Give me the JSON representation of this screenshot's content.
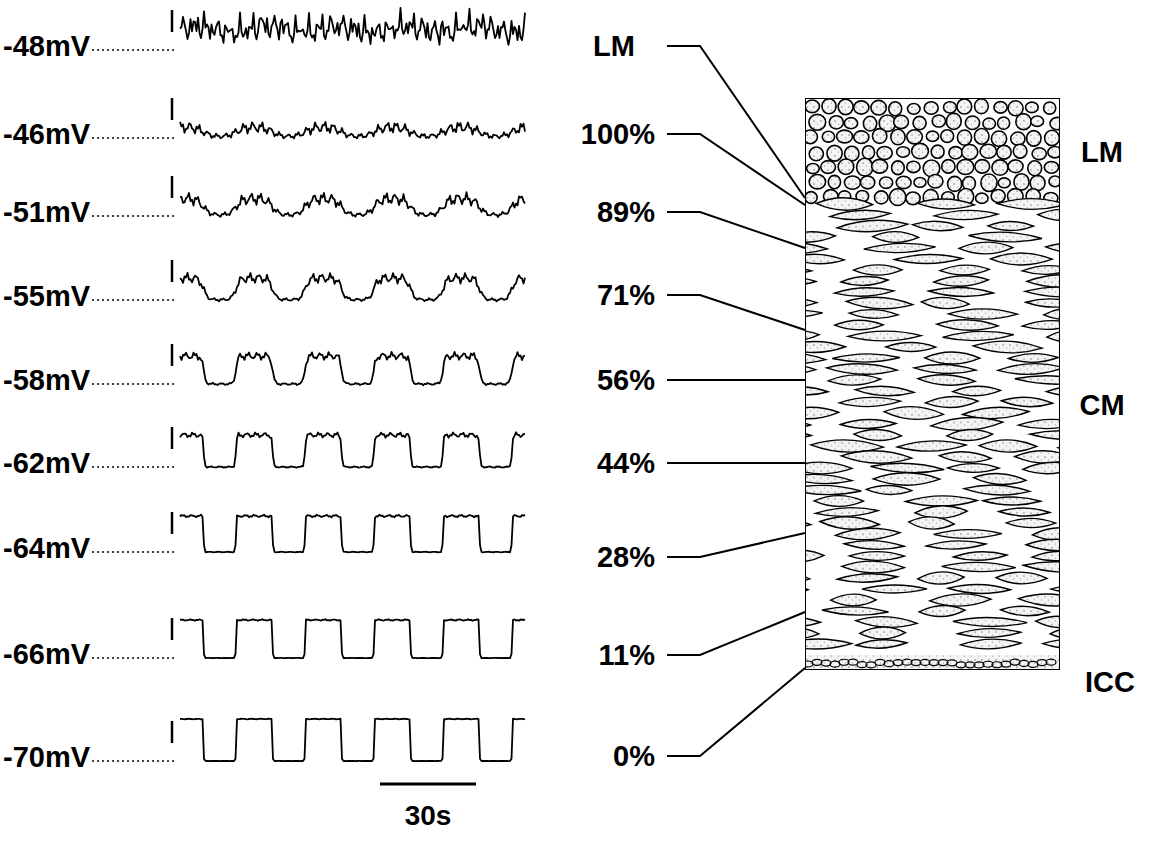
{
  "diagram": {
    "labels": [
      "-48mV",
      "-46mV",
      "-51mV",
      "-55mV",
      "-58mV",
      "-62mV",
      "-64mV",
      "-66mV",
      "-70mV",
      "LM",
      "100%",
      "89%",
      "71%",
      "56%",
      "44%",
      "28%",
      "11%",
      "0%",
      "30s",
      "LM",
      "CM",
      "ICC"
    ]
  }
}
